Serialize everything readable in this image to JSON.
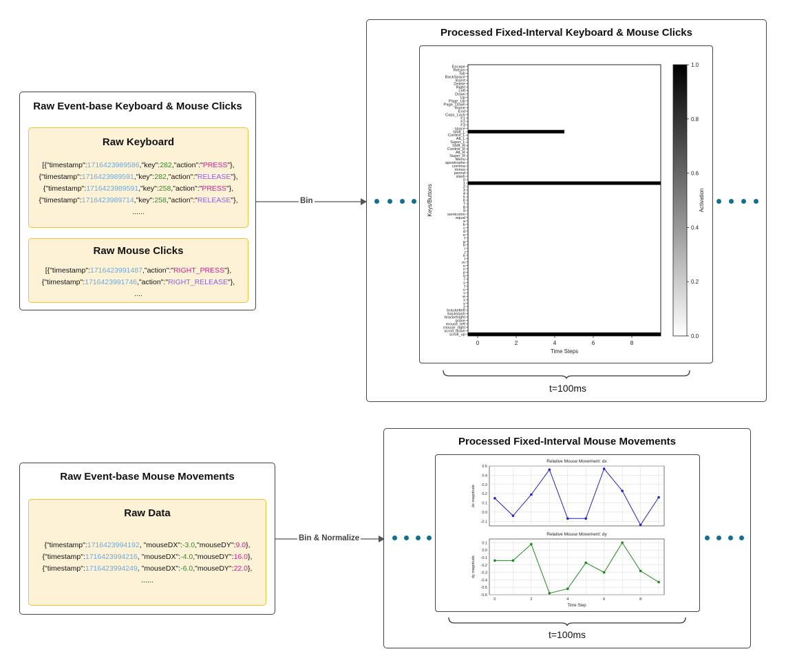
{
  "raw_clicks": {
    "title": "Raw Event-base Keyboard & Mouse Clicks",
    "keyboard": {
      "title": "Raw Keyboard",
      "lines": [
        {
          "pre": "[{\"timestamp\":",
          "ts": "1716423989586",
          "mid": ",\"key\":",
          "key": "282",
          "mid2": ",\"action\":\"",
          "action": "PRESS",
          "post": "\"},"
        },
        {
          "pre": "{\"timestamp\":",
          "ts": "1716423989591",
          "mid": ",\"key\":",
          "key": "282",
          "mid2": ",\"action\":\"",
          "action": "RELEASE",
          "post": "\"},"
        },
        {
          "pre": "{\"timestamp\":",
          "ts": "1716423989591",
          "mid": ",\"key\":",
          "key": "258",
          "mid2": ",\"action\":\"",
          "action": "PRESS",
          "post": "\"},"
        },
        {
          "pre": "{\"timestamp\":",
          "ts": "1716423989714",
          "mid": ",\"key\":",
          "key": "258",
          "mid2": ",\"action\":\"",
          "action": "RELEASE",
          "post": "\"},"
        }
      ],
      "ellipsis": "......"
    },
    "mouse": {
      "title": "Raw Mouse Clicks",
      "lines": [
        {
          "pre": "[{\"timestamp\":",
          "ts": "1716423991487",
          "mid": ",\"action\":\"",
          "action": "RIGHT_PRESS",
          "post": "\"},"
        },
        {
          "pre": "{\"timestamp\":",
          "ts": "1716423991746",
          "mid": ",\"action\":\"",
          "action": "RIGHT_RELEASE",
          "post": "\"},"
        }
      ],
      "ellipsis": "...."
    }
  },
  "arrow_bin": "Bin",
  "processed_clicks": {
    "title": "Processed Fixed-Interval Keyboard & Mouse Clicks",
    "caption": "t=100ms"
  },
  "raw_movements": {
    "title": "Raw Event-base Mouse Movements",
    "data_card": {
      "title": "Raw Data",
      "lines": [
        {
          "pre": "{\"timestamp\":",
          "ts": "1716423994192",
          "mid": ", \"mouseDX\":",
          "dx": "-3.0",
          "mid2": ",\"mouseDY\":",
          "dy": "9.0",
          "post": "},"
        },
        {
          "pre": "{\"timestamp\":",
          "ts": "1716423994216",
          "mid": ", \"mouseDX\":",
          "dx": "-4.0",
          "mid2": ",\"mouseDY\":",
          "dy": "16.0",
          "post": "},"
        },
        {
          "pre": "{\"timestamp\":",
          "ts": "1716423994249",
          "mid": ", \"mouseDX\":",
          "dx": "-6.0",
          "mid2": ",\"mouseDY\":",
          "dy": "22.0",
          "post": "},"
        }
      ],
      "ellipsis": "......"
    }
  },
  "arrow_bin_normalize": "Bin & Normalize",
  "processed_movements": {
    "title": "Processed Fixed-Interval Mouse Movements",
    "caption": "t=100ms"
  },
  "colors": {
    "timestamp": "#6fa8dc",
    "number": "#2e8b2e",
    "action": "#d81b8f",
    "release": "#8a5cf0",
    "dots": "#12708f",
    "card_fill": "#fdf2d6",
    "card_border": "#f2c230"
  },
  "chart_data": [
    {
      "type": "heatmap",
      "title": "",
      "xlabel": "Time Steps",
      "ylabel": "Keys/Buttons",
      "xlim": [
        -0.5,
        9.5
      ],
      "x_ticks": [
        0,
        2,
        4,
        6,
        8
      ],
      "colorbar": {
        "label": "Activation",
        "ticks": [
          "0.0",
          "0.2",
          "0.4",
          "0.6",
          "0.8",
          "1.0"
        ],
        "range": [
          0,
          1
        ],
        "colormap": "Greys"
      },
      "row_labels": [
        "Escape",
        "Return",
        "Tab",
        "BackSpace",
        "Insert",
        "Delete",
        "Right",
        "Left",
        "Down",
        "Up",
        "Page_Up",
        "Page_Down",
        "Home",
        "End",
        "Caps_Lock",
        "F1",
        "F2",
        "F3",
        "space",
        "Shift_L",
        "Control_L",
        "Alt_L",
        "Super_L",
        "Shift_R",
        "Control_R",
        "Alt_R",
        "Super_R",
        "Menu",
        "apostrophe",
        "comma",
        "minus",
        "period",
        "slash",
        "0",
        "1",
        "2",
        "3",
        "4",
        "5",
        "6",
        "7",
        "8",
        "9",
        "semicolon",
        "equal",
        "a",
        "b",
        "c",
        "d",
        "e",
        "f",
        "g",
        "h",
        "i",
        "j",
        "k",
        "l",
        "m",
        "n",
        "o",
        "p",
        "q",
        "r",
        "s",
        "t",
        "u",
        "v",
        "w",
        "x",
        "y",
        "z",
        "bracketleft",
        "backslash",
        "bracketright",
        "grave",
        "mouse_left",
        "mouse_right",
        "scroll_down",
        "scroll_up"
      ],
      "active": [
        {
          "row": "Shift_L",
          "from_step": 0,
          "to_step": 4
        },
        {
          "row": "1",
          "from_step": 0,
          "to_step": 9
        },
        {
          "row": "scroll_up",
          "from_step": 0,
          "to_step": 9
        }
      ]
    },
    {
      "type": "line",
      "title": "Relative Mouse Movement: dx",
      "xlabel": "",
      "ylabel": "dx magnitude",
      "x": [
        0,
        1,
        2,
        3,
        4,
        5,
        6,
        7,
        8,
        9
      ],
      "y": [
        0.15,
        -0.04,
        0.19,
        0.46,
        -0.07,
        -0.07,
        0.47,
        0.23,
        -0.14,
        0.16
      ],
      "xlim": [
        -0.3,
        9.3
      ],
      "ylim": [
        -0.15,
        0.5
      ],
      "yticks": [
        "-0.1",
        "0.0",
        "0.1",
        "0.2",
        "0.3",
        "0.4",
        "0.5"
      ],
      "xticks": [],
      "color": "#1f1fd6",
      "grid": true
    },
    {
      "type": "line",
      "title": "Relative Mouse Movement: dy",
      "xlabel": "Time Step",
      "ylabel": "dy magnitude",
      "x": [
        0,
        1,
        2,
        3,
        4,
        5,
        6,
        7,
        8,
        9
      ],
      "y": [
        -0.14,
        -0.14,
        0.08,
        -0.58,
        -0.52,
        -0.17,
        -0.3,
        0.1,
        -0.28,
        -0.43
      ],
      "xlim": [
        -0.3,
        9.3
      ],
      "ylim": [
        -0.6,
        0.15
      ],
      "yticks": [
        "0.1",
        "0.0",
        "-0.1",
        "-0.2",
        "-0.3",
        "-0.4",
        "-0.5",
        "-0.6"
      ],
      "xticks": [
        "0",
        "2",
        "4",
        "6",
        "8"
      ],
      "color": "#1b8a1b",
      "grid": true
    }
  ]
}
